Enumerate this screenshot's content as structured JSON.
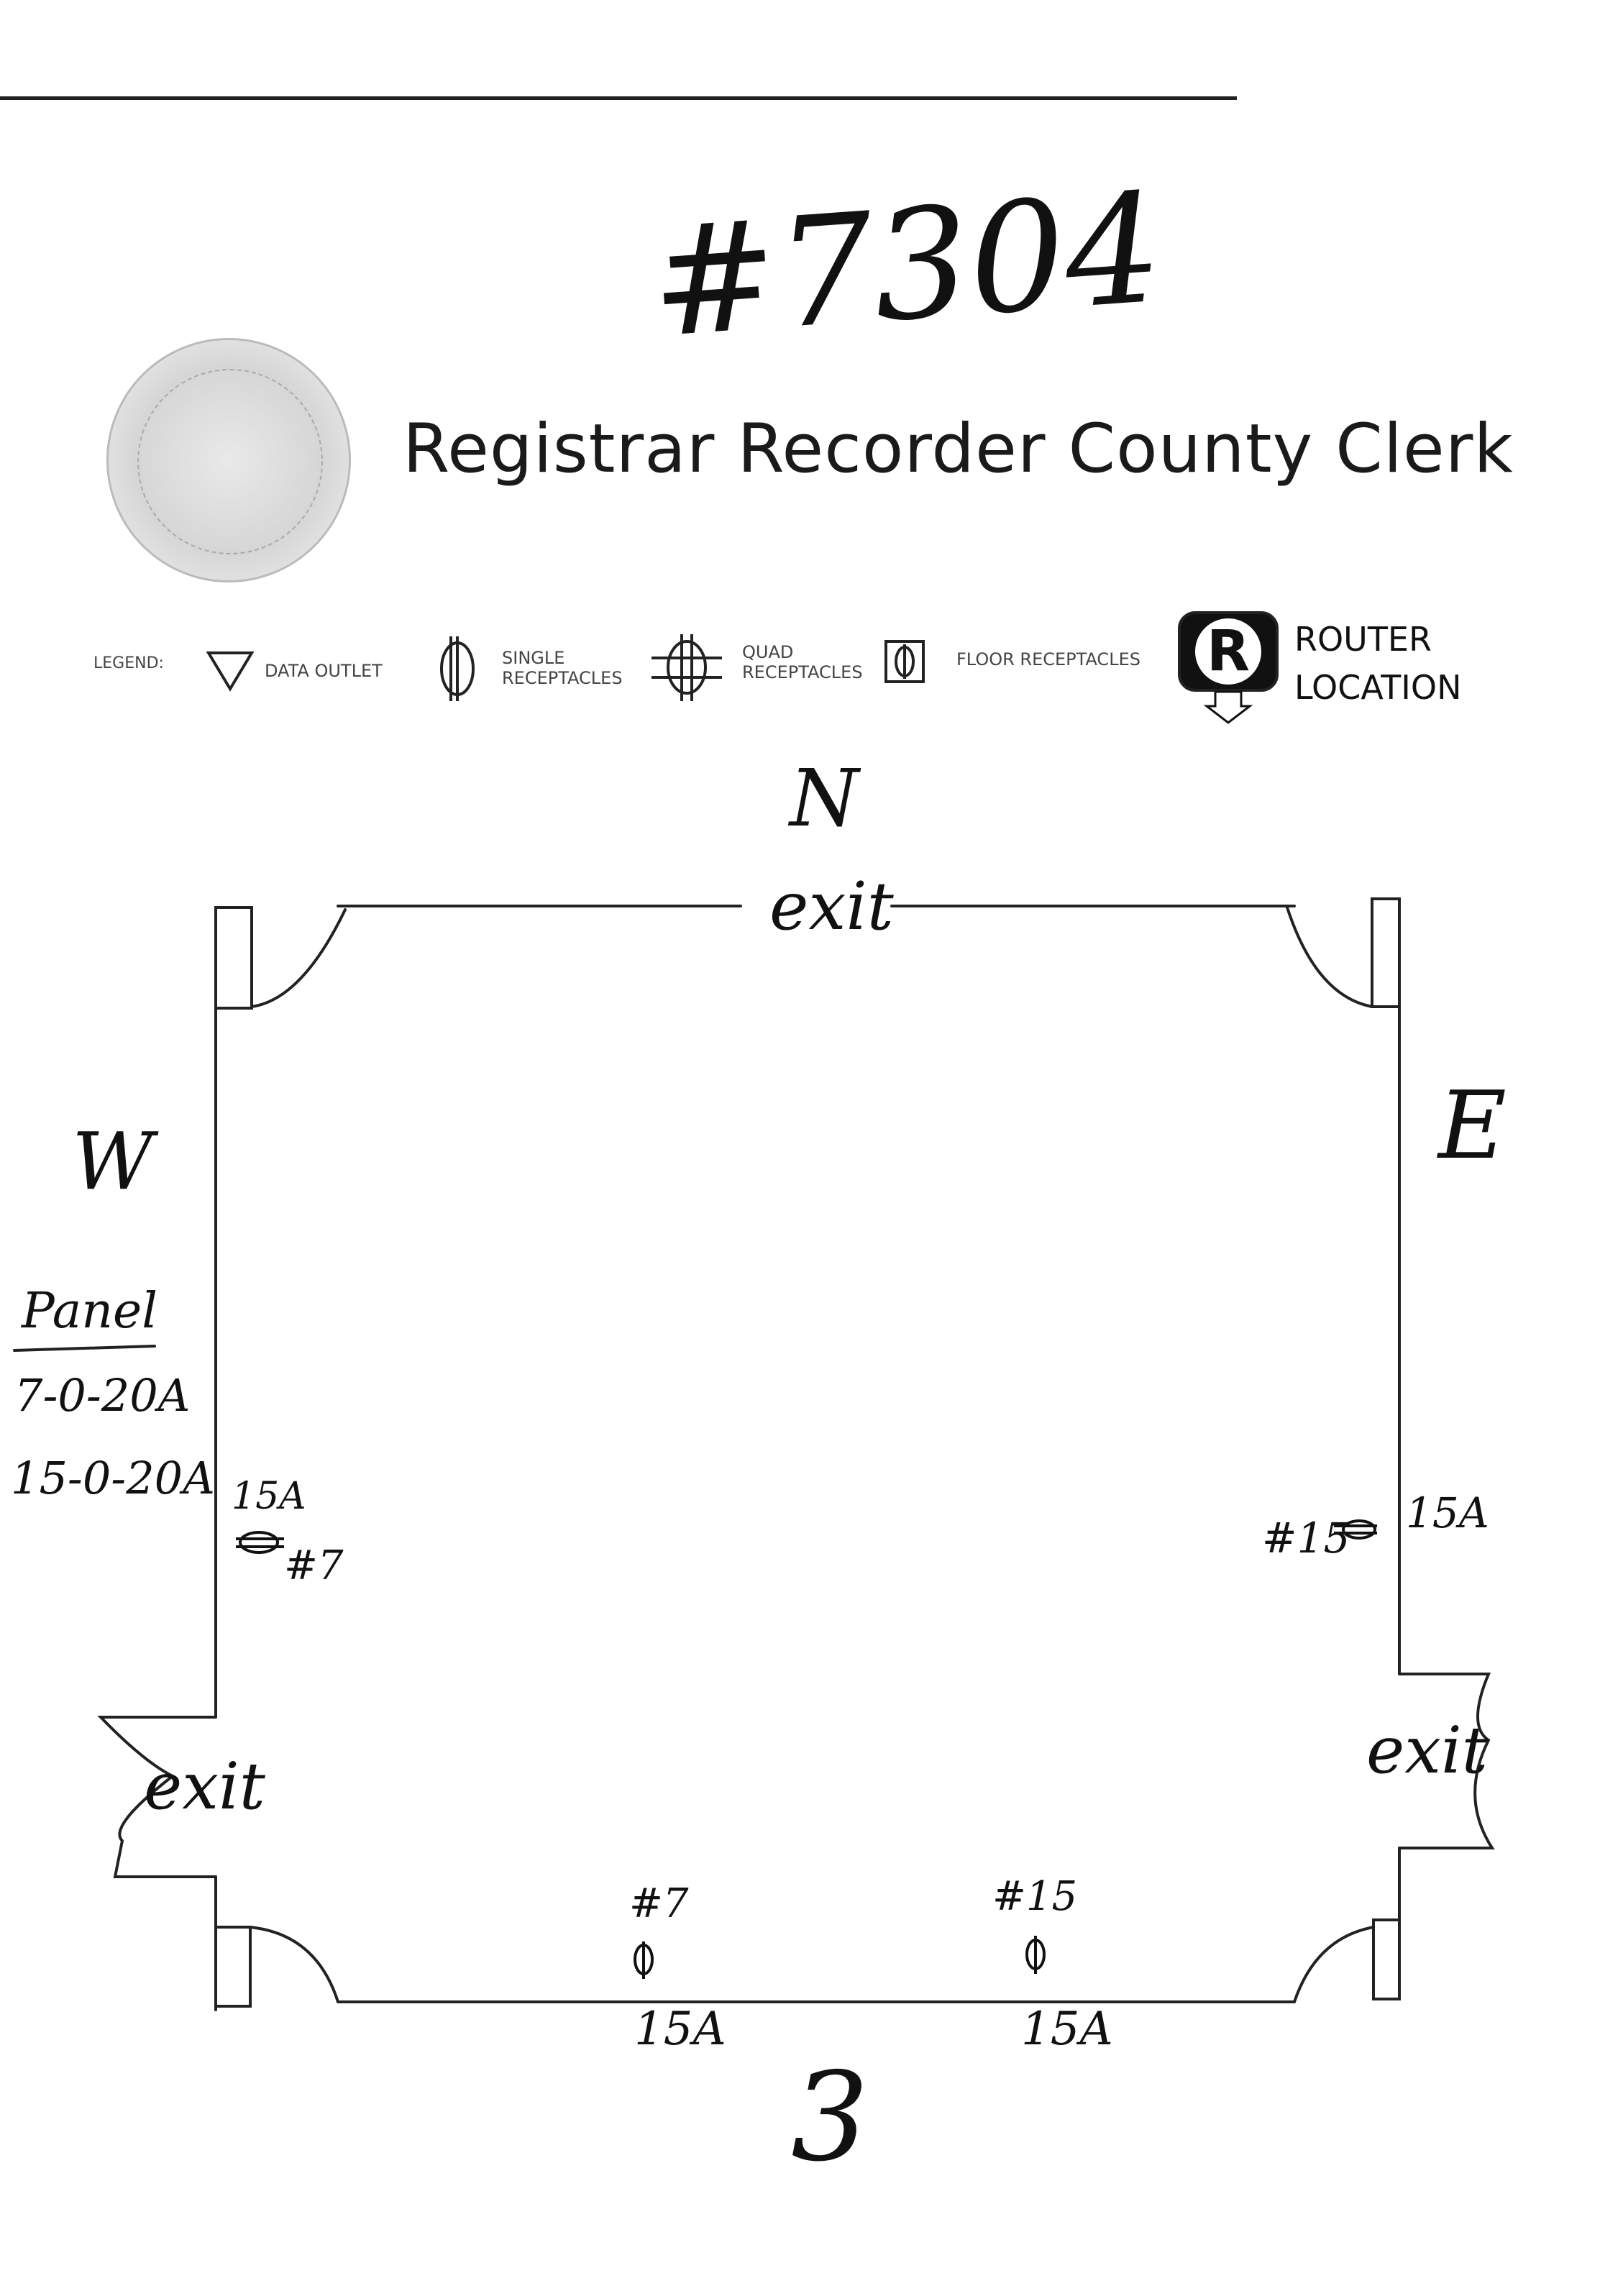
{
  "document": {
    "number": "#7304",
    "title": "Registrar Recorder County Clerk"
  },
  "legend": {
    "label": "LEGEND:",
    "data_outlet": "DATA OUTLET",
    "single_line1": "SINGLE",
    "single_line2": "RECEPTACLES",
    "quad_line1": "QUAD",
    "quad_line2": "RECEPTACLES",
    "floor": "FLOOR RECEPTACLES",
    "router_letter": "R",
    "router_line1": "ROUTER",
    "router_line2": "LOCATION"
  },
  "compass": {
    "north": "N",
    "south": "3",
    "east": "E",
    "west": "W"
  },
  "exits": {
    "north": "exit",
    "west": "exit",
    "east": "exit"
  },
  "panel": {
    "label": "Panel",
    "line1": "7-0-20A",
    "line2": "15-0-20A"
  },
  "receptacles": {
    "west_amp": "15A",
    "west_id": "#7",
    "east_id": "#15",
    "east_amp": "15A",
    "south_left_id": "#7",
    "south_left_amp": "15A",
    "south_right_id": "#15",
    "south_right_amp": "15A"
  }
}
